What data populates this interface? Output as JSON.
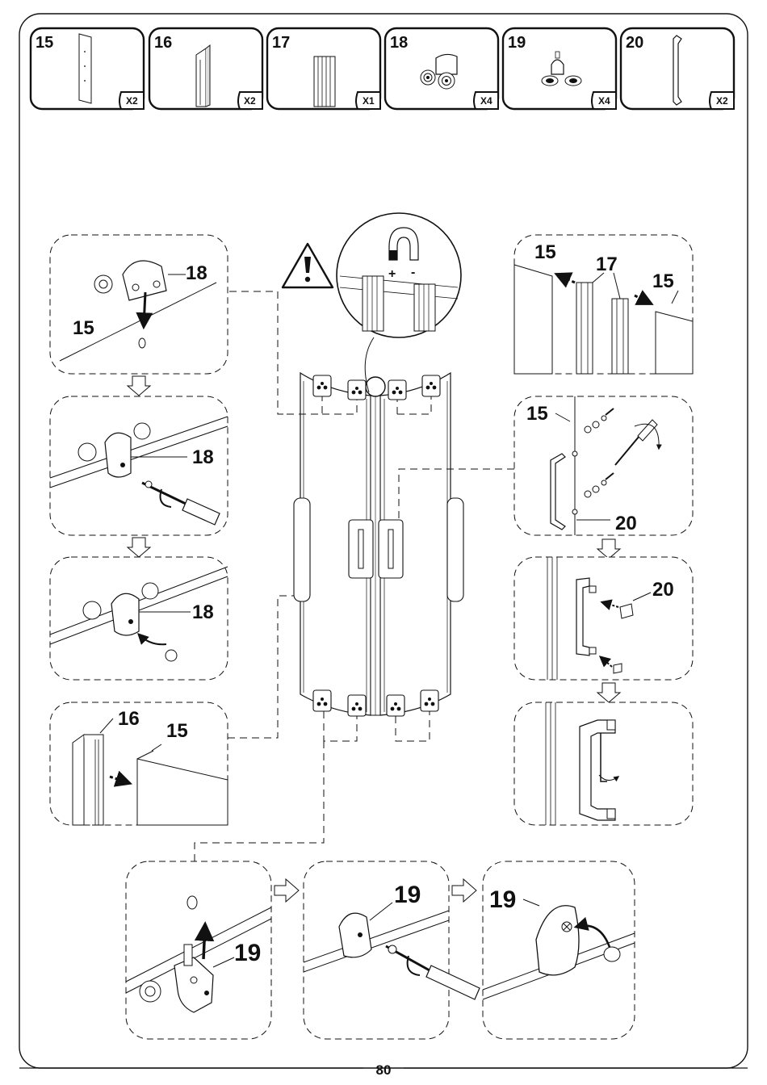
{
  "page": {
    "number": "80"
  },
  "parts": [
    {
      "id": "15",
      "qty": "X2"
    },
    {
      "id": "16",
      "qty": "X2"
    },
    {
      "id": "17",
      "qty": "X1"
    },
    {
      "id": "18",
      "qty": "X4"
    },
    {
      "id": "19",
      "qty": "X4"
    },
    {
      "id": "20",
      "qty": "X2"
    }
  ],
  "magnet": {
    "plus": "+",
    "minus": "-"
  },
  "left_steps": {
    "step1": {
      "roller": "18",
      "glass": "15"
    },
    "step2": {
      "roller": "18"
    },
    "step3": {
      "roller": "18"
    },
    "step4": {
      "profile": "16",
      "glass": "15"
    }
  },
  "right_steps": {
    "step1": {
      "glass_left": "15",
      "seal": "17",
      "glass_right": "15"
    },
    "step2": {
      "glass": "15",
      "handle": "20"
    },
    "step3": {
      "handle": "20"
    }
  },
  "bottom_steps": {
    "step2": {
      "roller": "19"
    },
    "step3": {
      "roller": "19"
    },
    "step1": {
      "roller": "19"
    }
  },
  "colors": {
    "ink": "#111111",
    "paper": "#ffffff"
  },
  "icons": [
    "warning-icon",
    "magnet-icon",
    "screwdriver-icon",
    "allen-key-icon"
  ]
}
